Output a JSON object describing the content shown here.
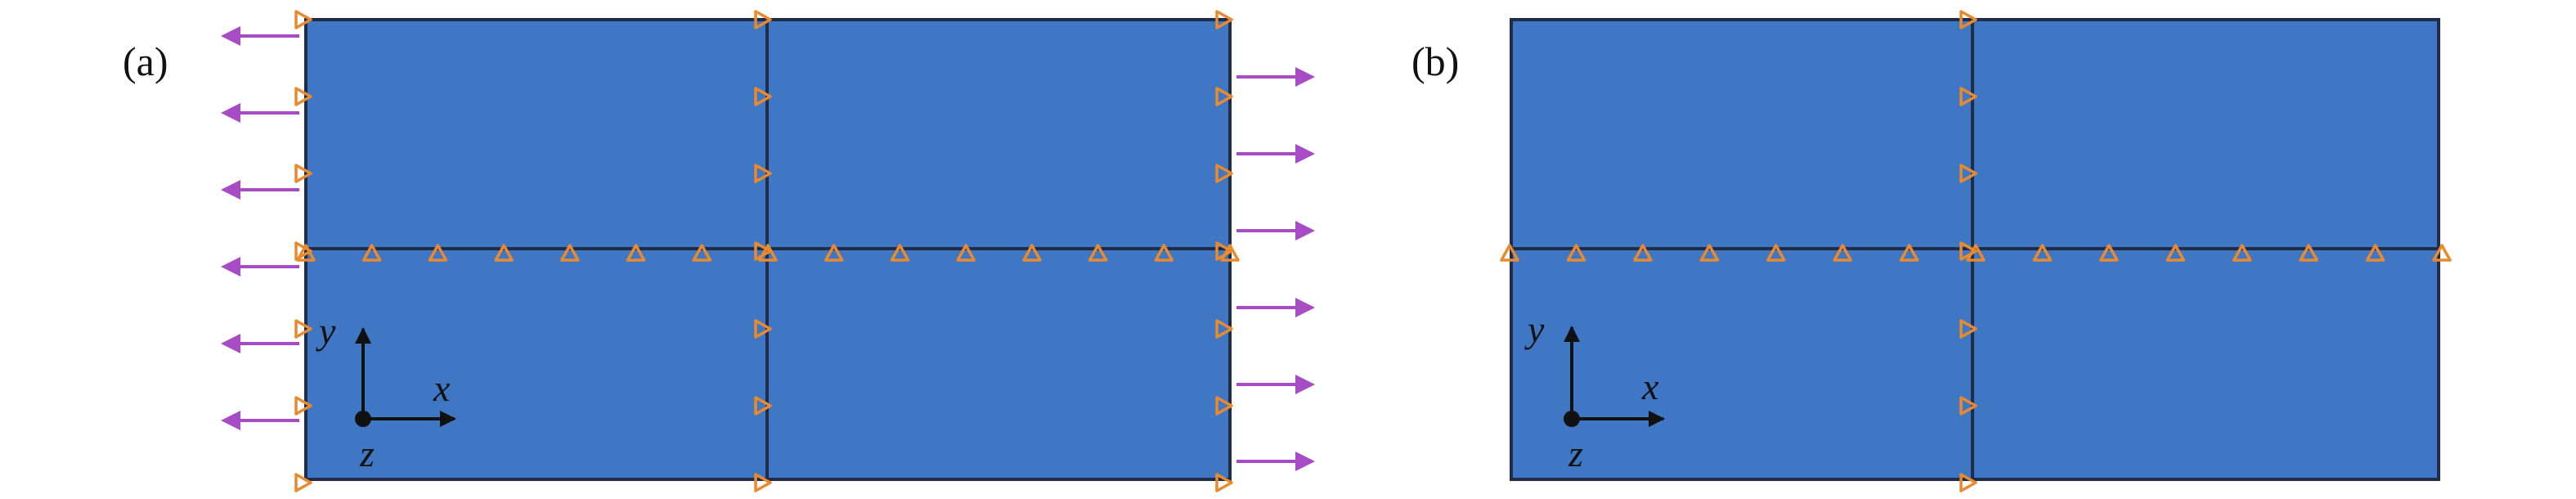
{
  "panels": [
    {
      "id": "a",
      "label": "(a)",
      "pressure_arrows": true
    },
    {
      "id": "b",
      "label": "(b)",
      "pressure_arrows": false
    }
  ],
  "axes": {
    "x": "x",
    "y": "y",
    "z": "z"
  },
  "colors": {
    "plate": "#3f77c5",
    "edge": "#1f2c4a",
    "constraint": "#e98a2f",
    "load_arrow": "#a84cc6",
    "axis": "#111111"
  },
  "icons": {
    "constraint": "triangle-constraint-icon",
    "load": "load-arrow-icon",
    "origin": "axis-origin-icon"
  }
}
